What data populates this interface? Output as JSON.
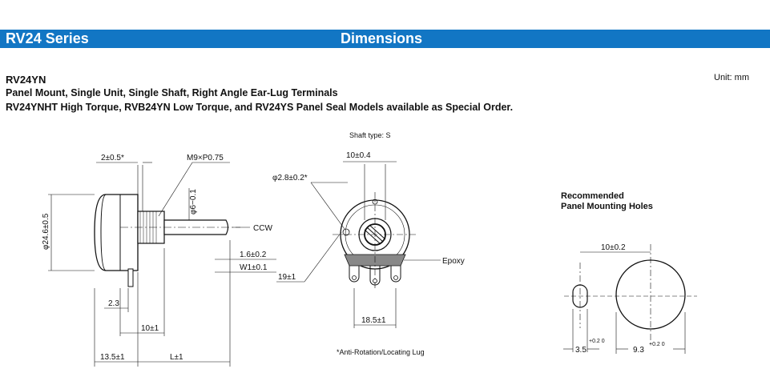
{
  "header": {
    "series": "RV24 Series",
    "section": "Dimensions"
  },
  "model": "RV24YN",
  "description_line1": "Panel Mount, Single Unit, Single Shaft, Right Angle Ear-Lug Terminals",
  "description_line2": "RV24YNHT High Torque, RVB24YN Low Torque, and RV24YS Panel Seal Models available as Special Order.",
  "unit": "Unit: mm",
  "side_view": {
    "dim_thread_offset": "2±0.5*",
    "dim_thread": "M9×P0.75",
    "dim_shaft_dia": "φ6−0.1",
    "dim_body_dia": "φ24.6±0.5",
    "label_ccw": "CCW",
    "dim_flat": "1.6±0.2",
    "dim_width": "W1±0.1",
    "dim_terminal": "2.3",
    "dim_bushing": "10±1",
    "dim_body_len": "13.5±1",
    "dim_shaft_len": "L±1"
  },
  "front_view": {
    "shaft_type": "Shaft type: S",
    "dim_top": "10±0.4",
    "dim_pin": "φ2.8±0.2*",
    "dim_lug": "19±1",
    "label_epoxy": "Epoxy",
    "dim_terminals": "18.5±1",
    "note": "*Anti-Rotation/Locating Lug"
  },
  "panel_holes": {
    "title_line1": "Recommended",
    "title_line2": "Panel Mounting Holes",
    "dim_spacing": "10±0.2",
    "dim_small": "3.5",
    "dim_small_tol": "+0.2 0",
    "dim_large": "9.3",
    "dim_large_tol": "+0.2 0"
  }
}
